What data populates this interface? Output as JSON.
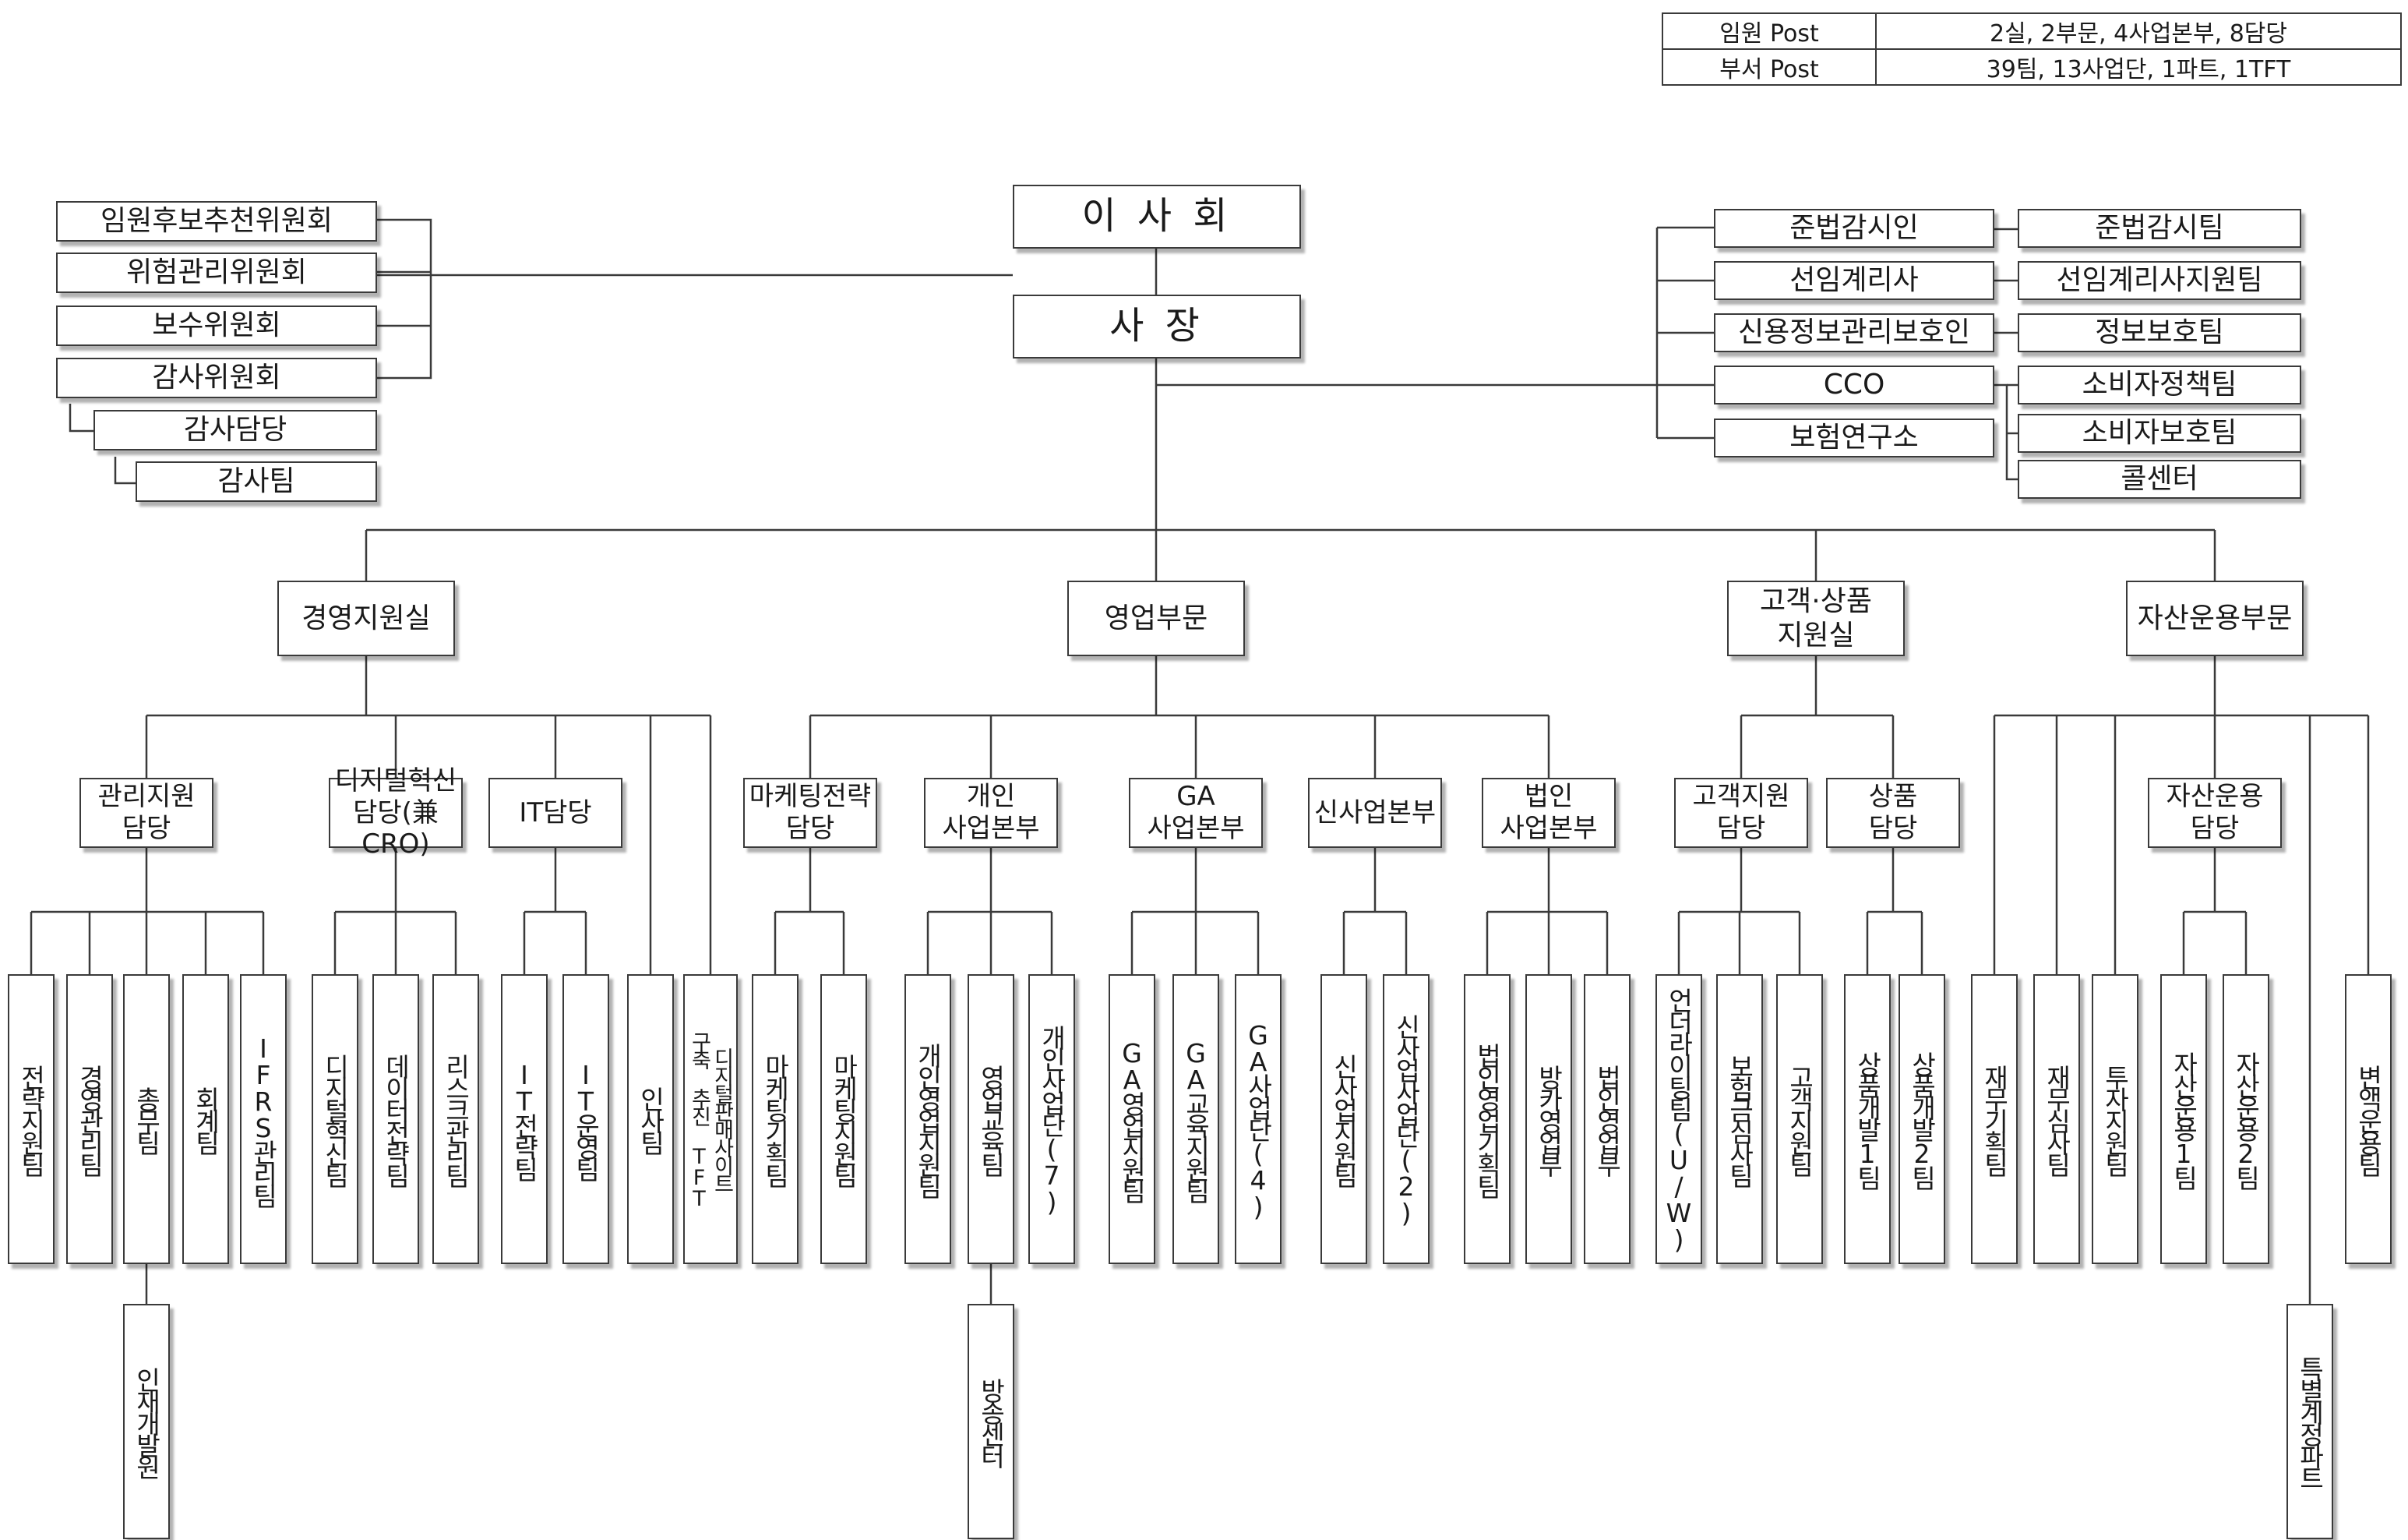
{
  "post_table": {
    "exec_label": "임원 Post",
    "exec_value": "2실, 2부문, 4사업본부, 8담당",
    "dept_label": "부서 Post",
    "dept_value": "39팀, 13사업단, 1파트, 1TFT"
  },
  "top": {
    "board": "이 사 회",
    "ceo": "사  장"
  },
  "committees": {
    "nomination": "임원후보추천위원회",
    "risk": "위험관리위원회",
    "compensation": "보수위원회",
    "audit": "감사위원회",
    "audit_officer": "감사담당",
    "audit_team": "감사팀"
  },
  "right_units": {
    "compliance_officer": "준법감시인",
    "compliance_team": "준법감시팀",
    "actuary": "선임계리사",
    "actuary_team": "선임계리사지원팀",
    "credit_info_officer": "신용정보관리보호인",
    "info_protection_team": "정보보호팀",
    "cco": "CCO",
    "consumer_policy_team": "소비자정책팀",
    "consumer_protection_team": "소비자보호팀",
    "call_center": "콜센터",
    "insurance_institute": "보험연구소"
  },
  "divisions": {
    "mgmt_support": "경영지원실",
    "sales": "영업부문",
    "customer_product": "고객·상품\n지원실",
    "asset_mgmt": "자산운용부문"
  },
  "sub_units": {
    "admin_support": "관리지원\n담당",
    "digital_innovation": "디지털혁신\n담당(兼CRO)",
    "it": "IT담당",
    "marketing_strategy": "마케팅전략\n담당",
    "personal_biz": "개인\n사업본부",
    "ga_biz": "GA\n사업본부",
    "new_biz": "신사업본부",
    "corporate_biz": "법인\n사업본부",
    "customer_support": "고객지원\n담당",
    "product": "상품\n담당",
    "asset_op": "자산운용\n담당"
  },
  "teams": {
    "strategy_support": "전략지원팀",
    "mgmt_admin": "경영관리팀",
    "general_affairs": "총무팀",
    "accounting": "회계팀",
    "ifrs": "IFRS관리팀",
    "talent_dev": "인재개발원",
    "digital_innovation_team": "디지털혁신팀",
    "data_strategy": "데이터전략팀",
    "risk_mgmt": "리스크관리팀",
    "it_strategy": "IT전략팀",
    "it_operation": "IT운영팀",
    "hr": "인사팀",
    "digital_sales_tf_1": "디지털판매사이트",
    "digital_sales_tf_2": "구축 추진 TFT",
    "marketing_planning": "마케팅기획팀",
    "marketing_support": "마케팅지원팀",
    "personal_sales_support": "개인영업지원팀",
    "sales_education": "영업교육팀",
    "personal_biz_groups": "개인사업단(7)",
    "broadcast_center": "방송센터",
    "ga_sales_support": "GA영업지원팀",
    "ga_education": "GA교육지원팀",
    "ga_biz_groups": "GA사업단(4)",
    "new_biz_support": "신사업지원팀",
    "new_biz_groups": "신사업사업단(2)",
    "corporate_sales_planning": "법인영업기획팀",
    "bancassurance": "방카영업부",
    "corporate_sales": "법인영업부",
    "underwriting": "언더라이팅팀(U/W)",
    "claims": "보험금심사팀",
    "customer_support_team": "고객지원팀",
    "product_dev_1": "상품개발1팀",
    "product_dev_2": "상품개발2팀",
    "finance_planning": "재무기획팀",
    "finance_review": "재무심사팀",
    "investment_support": "투자지원팀",
    "asset_op_1": "자산운용1팀",
    "asset_op_2": "자산운용2팀",
    "variable_asset": "변액운용팀",
    "special_account": "특별계정파트"
  }
}
